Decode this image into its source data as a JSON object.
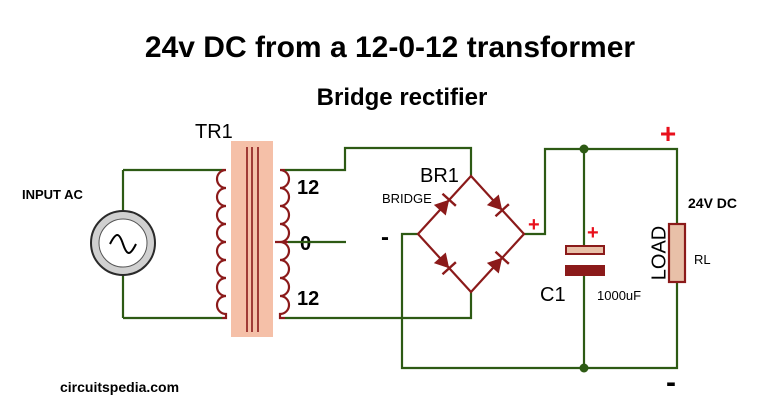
{
  "title": "24v DC from a 12-0-12 transformer",
  "subtitle": "Bridge rectifier",
  "input_label": "INPUT AC",
  "transformer": {
    "ref": "TR1",
    "tap_top": "12",
    "tap_center": "0",
    "tap_bottom": "12"
  },
  "bridge": {
    "ref": "BR1",
    "type": "BRIDGE",
    "minus": "-",
    "plus": "+"
  },
  "capacitor": {
    "ref": "C1",
    "value": "1000uF",
    "plus": "+"
  },
  "load": {
    "name": "LOAD",
    "ref": "RL"
  },
  "output": {
    "label": "24V DC",
    "plus": "+",
    "minus": "-"
  },
  "watermark": "circuitspedia.com",
  "colors": {
    "wire": "#2d5a14",
    "component": "#8b1a1a",
    "core": "#f5c0a8",
    "polarity": "#e8101c"
  }
}
